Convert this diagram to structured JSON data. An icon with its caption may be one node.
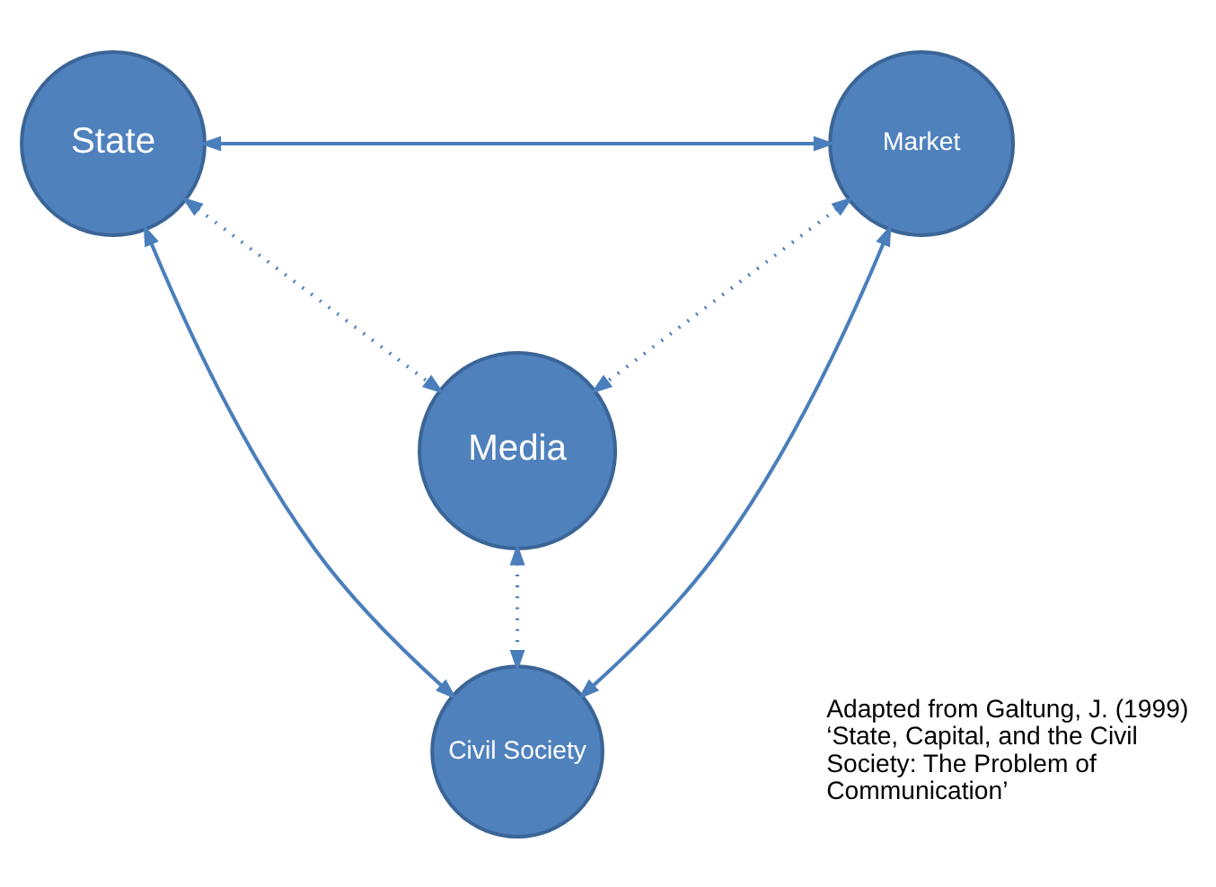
{
  "diagram": {
    "nodes": [
      {
        "text": [
          "State"
        ]
      },
      {
        "text": [
          "Market"
        ]
      },
      {
        "text": [
          "Media"
        ]
      },
      {
        "text": [
          "Civil Society"
        ]
      }
    ],
    "edges": [
      {
        "from": 0,
        "to": 1,
        "arrow": "both"
      },
      {
        "from": 0,
        "to": 2,
        "arrow": "both",
        "style": "dashed"
      },
      {
        "from": 1,
        "to": 2,
        "arrow": "both",
        "style": "dashed"
      },
      {
        "from": 0,
        "to": 3,
        "arrow": "both"
      },
      {
        "from": 1,
        "to": 3,
        "arrow": "both"
      },
      {
        "from": 2,
        "to": 3,
        "arrow": "both",
        "style": "dashed"
      }
    ],
    "labels": [
      "Adapted from Galtung, J. (1999) ‘State, Capital, and the Civil Society: The Problem of Communication’"
    ]
  }
}
